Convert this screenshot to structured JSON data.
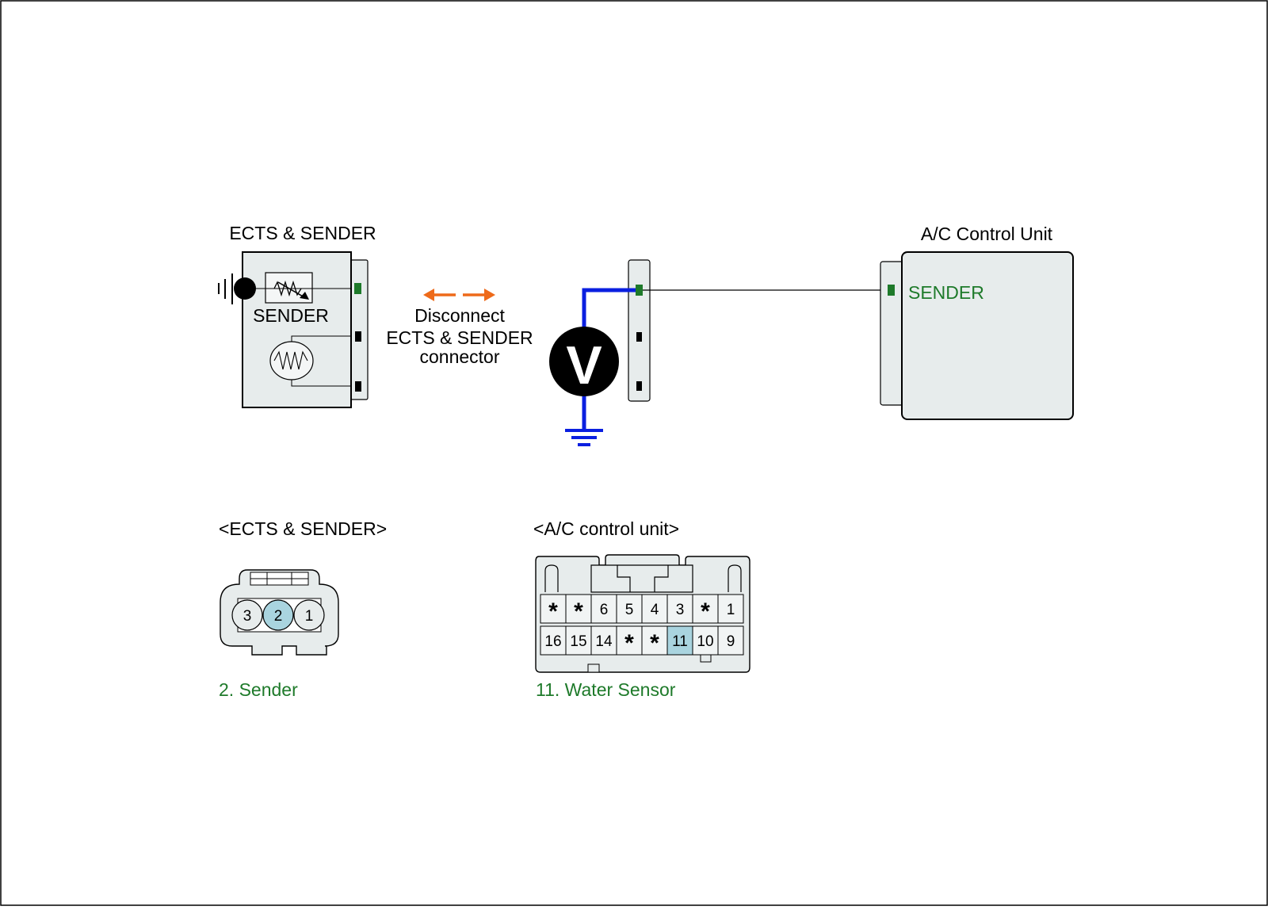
{
  "ects_sender_title": "ECTS & SENDER",
  "ac_unit_title": "A/C Control Unit",
  "sender_component_label": "SENDER",
  "ac_sender_pin_label": "SENDER",
  "disconnect_note": [
    "Disconnect",
    "ECTS & SENDER",
    "connector"
  ],
  "voltmeter_symbol": "V",
  "connector_views": {
    "ects": {
      "title": "<ECTS & SENDER>",
      "pins": [
        "3",
        "2",
        "1"
      ],
      "highlighted_pin": "2",
      "caption": "2. Sender"
    },
    "ac": {
      "title": "<A/C control unit>",
      "row1": [
        "*",
        "*",
        "6",
        "5",
        "4",
        "3",
        "*",
        "1"
      ],
      "row2": [
        "16",
        "15",
        "14",
        "*",
        "*",
        "11",
        "10",
        "9"
      ],
      "highlighted_pin": "11",
      "caption": "11. Water Sensor"
    }
  },
  "colors": {
    "wire_probe": "#0a1fe0",
    "disconnect_arrow": "#ee6a1a",
    "pin_active": "#1e7a2a",
    "pin_highlight": "#a9d4df",
    "component_fill": "#e7ecec",
    "caption_green": "#1e7a2a"
  },
  "icons": [
    "ground-icon",
    "voltmeter-icon",
    "thermistor-icon",
    "double-arrow-icon"
  ]
}
